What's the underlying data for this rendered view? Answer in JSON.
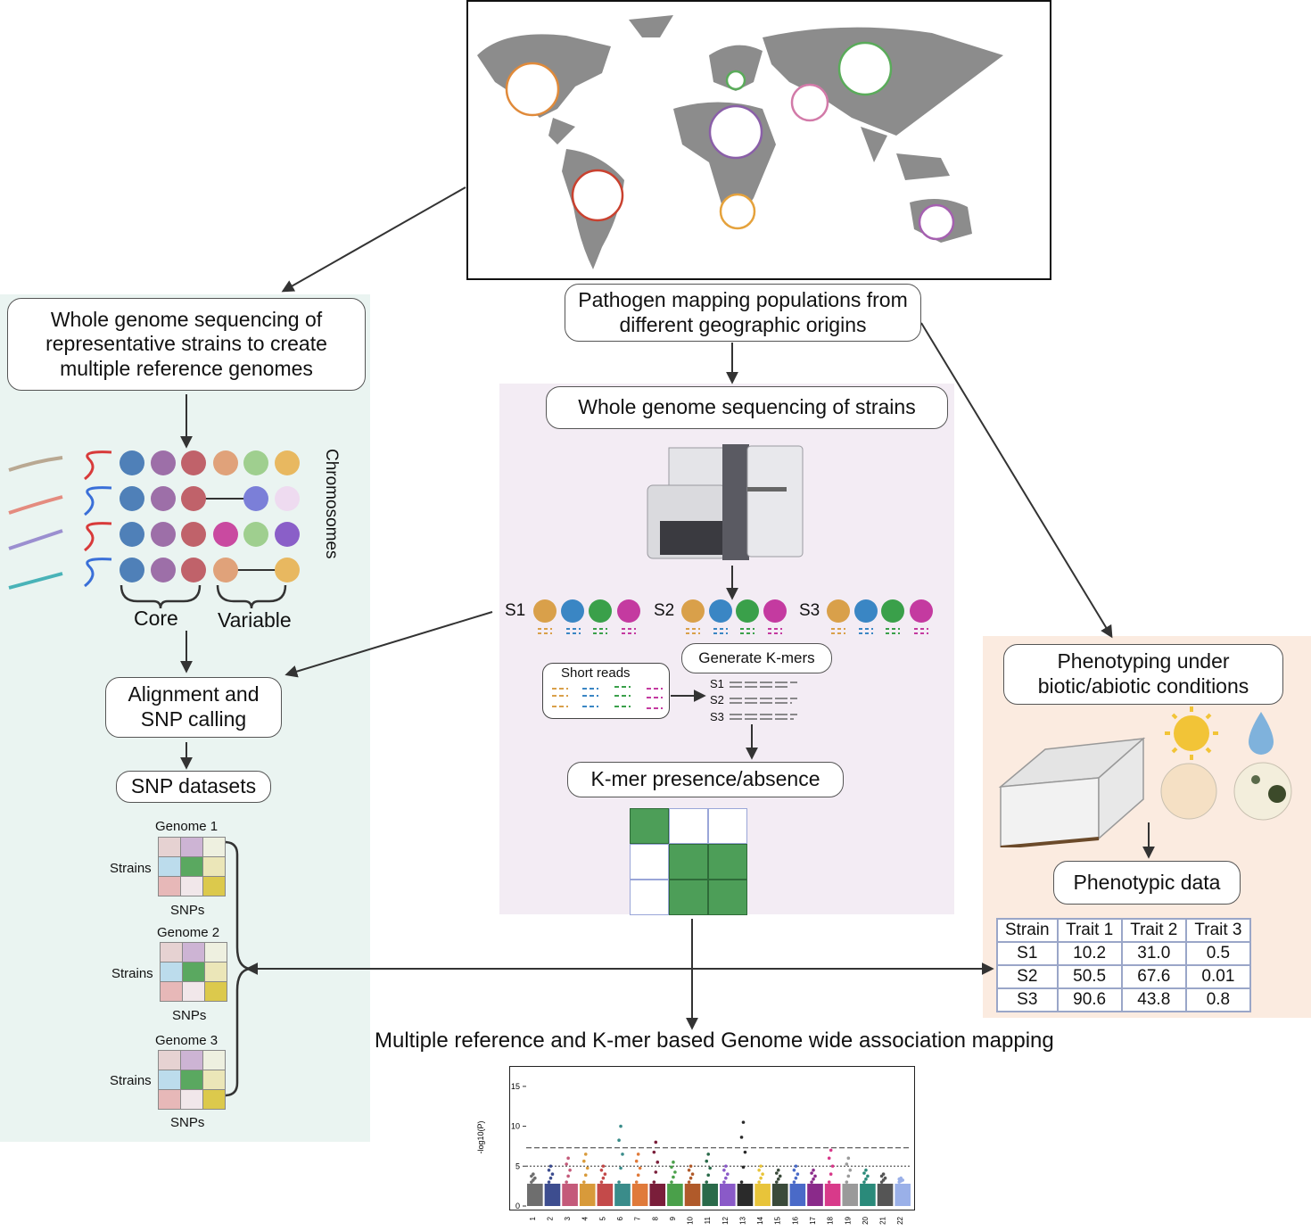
{
  "map_caption": "Pathogen mapping populations from different geographic origins",
  "left": {
    "wgs_reference_box": "Whole genome sequencing of representative strains to create multiple reference genomes",
    "chromosomes_label": "Chromosomes",
    "core_label": "Core",
    "variable_label": "Variable",
    "alignment_box": "Alignment and SNP calling",
    "snp_datasets_box": "SNP datasets",
    "genomes": [
      {
        "title": "Genome 1",
        "rows_label": "Strains",
        "cols_label": "SNPs"
      },
      {
        "title": "Genome 2",
        "rows_label": "Strains",
        "cols_label": "SNPs"
      },
      {
        "title": "Genome 3",
        "rows_label": "Strains",
        "cols_label": "SNPs"
      }
    ]
  },
  "middle": {
    "wgs_strains_box": "Whole genome sequencing of strains",
    "strain_labels": [
      "S1",
      "S2",
      "S3"
    ],
    "short_reads_label": "Short reads",
    "generate_kmers_box": "Generate K-mers",
    "kmer_rows": [
      "S1",
      "S2",
      "S3"
    ],
    "kmer_box": "K-mer presence/absence"
  },
  "right": {
    "phenotyping_box": "Phenotyping under biotic/abiotic conditions",
    "phenotypic_data_box": "Phenotypic data",
    "table": {
      "headers": [
        "Strain",
        "Trait 1",
        "Trait 2",
        "Trait 3"
      ],
      "rows": [
        [
          "S1",
          "10.2",
          "31.0",
          "0.5"
        ],
        [
          "S2",
          "50.5",
          "67.6",
          "0.01"
        ],
        [
          "S3",
          "90.6",
          "43.8",
          "0.8"
        ]
      ]
    }
  },
  "gwas_title": "Multiple reference and K-mer based Genome wide association mapping",
  "colors": {
    "left_panel": "#eaf4f1",
    "middle_panel": "#f3ecf4",
    "right_panel": "#fbebe0",
    "kmer_present": "#4d9e58",
    "map_land": "#8c8c8c"
  },
  "chart_data": {
    "type": "scatter",
    "title": "",
    "xlabel": "",
    "ylabel": "-log10(P)",
    "ylim": [
      0,
      17
    ],
    "y_ticks": [
      "0",
      "5",
      "10",
      "15"
    ],
    "categories": [
      "1",
      "2",
      "3",
      "4",
      "5",
      "6",
      "7",
      "8",
      "9",
      "10",
      "11",
      "12",
      "13",
      "14",
      "15",
      "16",
      "17",
      "18",
      "19",
      "20",
      "21",
      "22"
    ],
    "peak_values": [
      4,
      5,
      6,
      6.5,
      5,
      10,
      6.5,
      8,
      5.5,
      5,
      6.5,
      5,
      10.5,
      5,
      4.5,
      5,
      4.5,
      7,
      6,
      4.5,
      4,
      3.5
    ],
    "thresholds": [
      7.3,
      5
    ]
  }
}
